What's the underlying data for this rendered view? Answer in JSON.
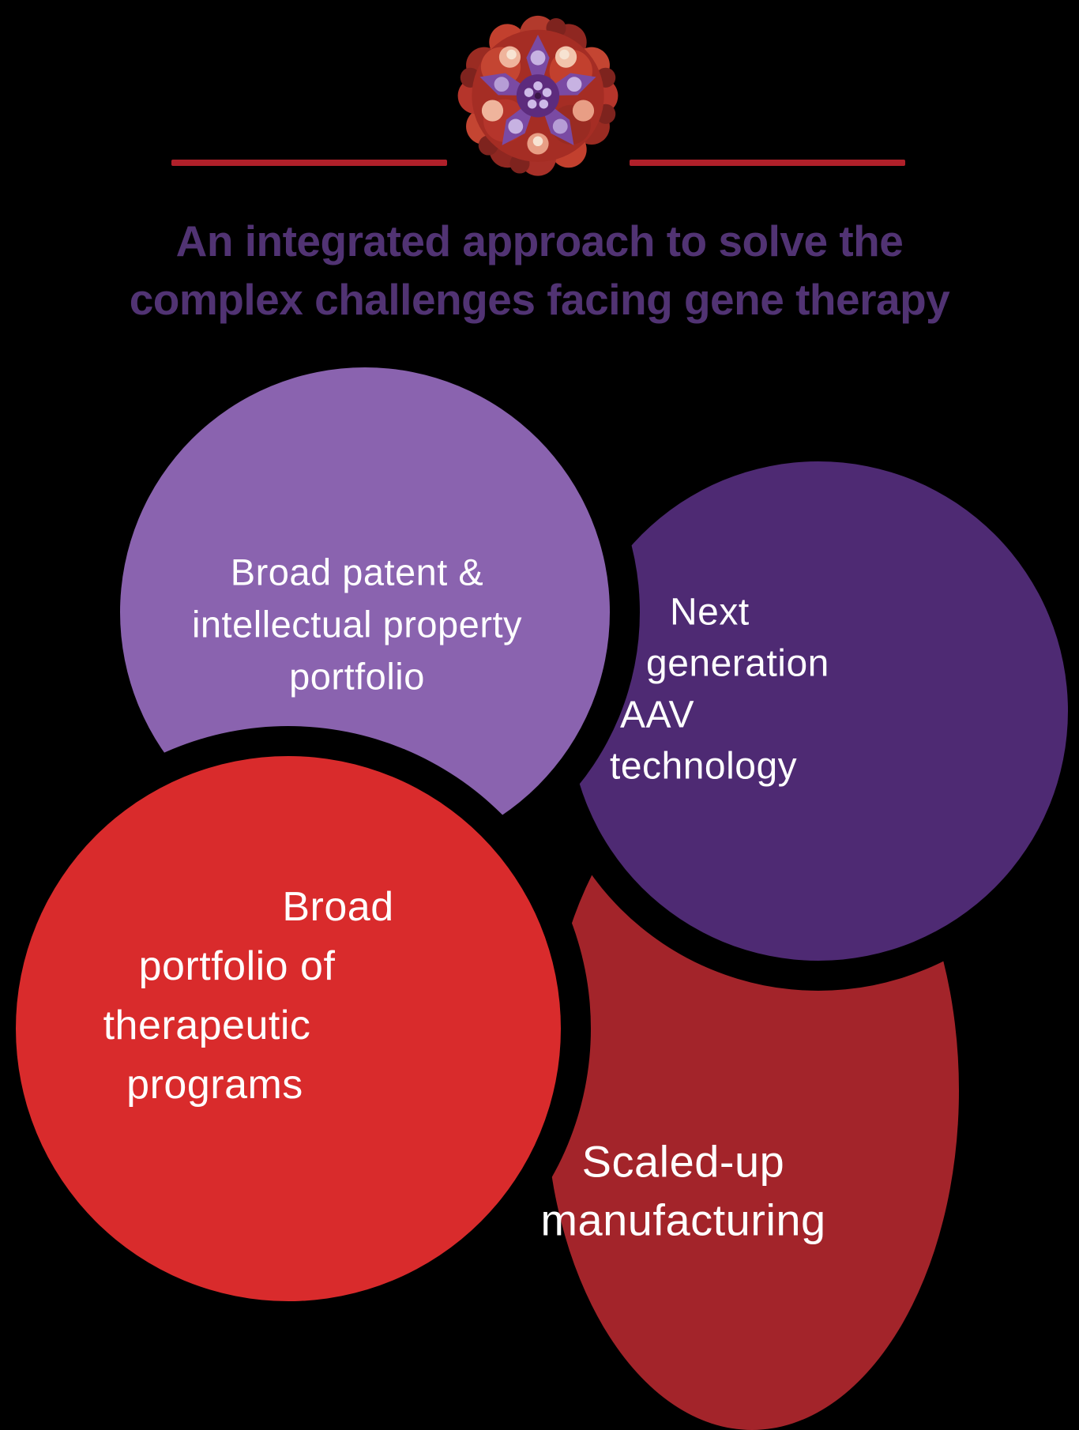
{
  "background_color": "#000000",
  "header": {
    "hero_image": "aav-capsid-illustration",
    "divider_color": "#b0202a"
  },
  "title": {
    "lines": [
      "An integrated approach to solve the",
      "complex challenges facing gene therapy"
    ],
    "full_text": "An integrated approach to solve the complex challenges facing gene therapy",
    "color": "#513373"
  },
  "venn": {
    "gap_color": "#000000",
    "circles": [
      {
        "id": "ip-portfolio",
        "color": "#8a63af",
        "text_color": "#ffffff",
        "lines": [
          "Broad patent &",
          "intellectual property",
          "portfolio"
        ],
        "full_text": "Broad patent & intellectual property portfolio"
      },
      {
        "id": "aav-technology",
        "color": "#4e2a73",
        "text_color": "#ffffff",
        "lines": [
          "Next",
          "generation",
          "AAV",
          "technology"
        ],
        "full_text": "Next generation AAV technology"
      },
      {
        "id": "therapeutic-programs",
        "color": "#d92b2c",
        "text_color": "#ffffff",
        "lines": [
          "Broad",
          "portfolio of",
          "therapeutic",
          "programs"
        ],
        "full_text": "Broad portfolio of therapeutic programs"
      },
      {
        "id": "scaled-manufacturing",
        "color": "#a3242a",
        "text_color": "#ffffff",
        "lines": [
          "Scaled-up",
          "manufacturing"
        ],
        "full_text": "Scaled-up manufacturing"
      }
    ]
  }
}
